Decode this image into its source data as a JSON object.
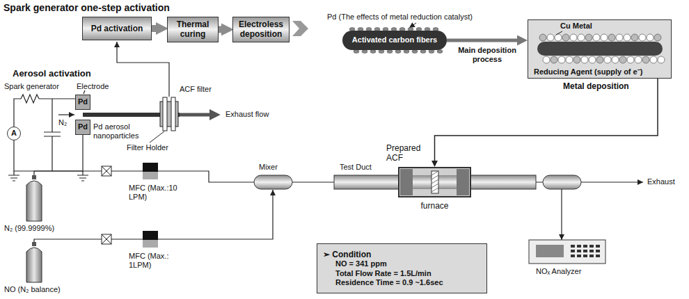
{
  "diagram": {
    "title": "Spark generator one-step activation",
    "nodes": [
      {
        "text": [
          "Pd activation"
        ]
      },
      {
        "text": [
          "Thermal curing"
        ]
      },
      {
        "text": [
          "Electroless deposition"
        ]
      },
      {
        "text": [
          "Activated carbon fibers"
        ]
      },
      {
        "text": [
          "Cu Metal",
          "Reducing Agent (supply of e⁻)",
          "Metal deposition"
        ]
      },
      {
        "text": [
          "A"
        ]
      },
      {
        "text": [
          "Pd"
        ]
      },
      {
        "text": [
          "Pd"
        ]
      },
      {
        "text": [
          "furnace"
        ]
      },
      {
        "text": [
          "➢ Condition",
          "NO = 341 ppm",
          "Total Flow Rate = 1.5L/min",
          "Residence Time = 0.9 ~1.6sec"
        ]
      }
    ],
    "edges": [
      {
        "from": 0,
        "to": 1,
        "arrow": "to"
      },
      {
        "from": 1,
        "to": 2,
        "arrow": "to"
      },
      {
        "from": 3,
        "to": 4,
        "label": "Main deposition process",
        "arrow": "to"
      },
      {
        "from": 4,
        "to": 8,
        "arrow": "to"
      }
    ],
    "labels": [
      "Aerosol activation",
      "Pd (The effects of metal reduction catalyst)",
      "Spark generator",
      "Electrode",
      "N₂",
      "Pd aerosol nanoparticles",
      "ACF filter",
      "Filter Holder",
      "Exhaust flow",
      "Prepared ACF",
      "Mixer",
      "Test Duct",
      "MFC (Max.:10 LPM)",
      "MFC (Max.: 1LPM)",
      "N₂ (99.9999%)",
      "NO (N₂ balance)",
      "Exhaust",
      "NOₓ Analyzer"
    ]
  }
}
